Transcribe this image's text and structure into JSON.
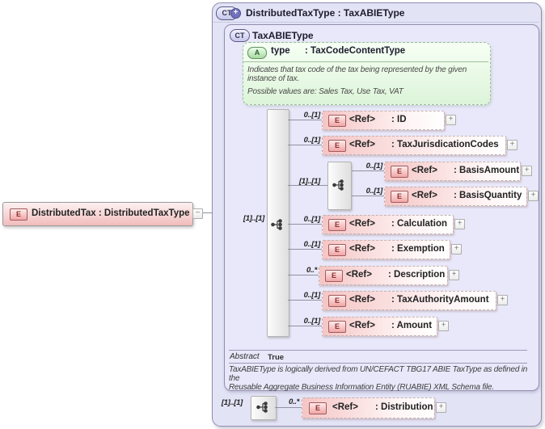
{
  "colors": {
    "container_fill": "#e3e3f6",
    "attribute_fill": "#e6f7e1",
    "element_fill": "#f5c5c5",
    "line": "#90909f"
  },
  "root_element": {
    "icon": "E",
    "label": "DistributedTax : DistributedTaxType",
    "collapse": "−"
  },
  "outer_type": {
    "icon": "CT",
    "expand_badge": "+",
    "title": "DistributedTaxType : TaxABIEType"
  },
  "base_type": {
    "icon": "CT",
    "title": "TaxABIEType",
    "attribute": {
      "icon": "A",
      "name": "type",
      "type": ": TaxCodeContentType",
      "doc1": "Indicates that tax code of the tax being represented by the given instance of tax.",
      "doc2": "Possible values are: Sales Tax, Use Tax, VAT"
    },
    "sequence_cardinality": "[1]..[1]",
    "rows": [
      {
        "cardinality": "0..[1]",
        "tag": "E",
        "ref": "<Ref>",
        "name": ": ID",
        "expand": "+"
      },
      {
        "cardinality": "0..[1]",
        "tag": "E",
        "ref": "<Ref>",
        "name": ": TaxJurisdicationCodes",
        "expand": "+"
      },
      {
        "cardinality": "[1]..[1]",
        "group": "sequence",
        "children": [
          {
            "cardinality": "0..[1]",
            "tag": "E",
            "ref": "<Ref>",
            "name": ": BasisAmount",
            "expand": "+"
          },
          {
            "cardinality": "0..[1]",
            "tag": "E",
            "ref": "<Ref>",
            "name": ": BasisQuantity",
            "expand": "+"
          }
        ]
      },
      {
        "cardinality": "0..[1]",
        "tag": "E",
        "ref": "<Ref>",
        "name": ": Calculation",
        "expand": "+"
      },
      {
        "cardinality": "0..[1]",
        "tag": "E",
        "ref": "<Ref>",
        "name": ": Exemption",
        "expand": "+"
      },
      {
        "cardinality": "0..*",
        "tag": "E",
        "ref": "<Ref>",
        "name": ": Description",
        "expand": "+"
      },
      {
        "cardinality": "0..[1]",
        "tag": "E",
        "ref": "<Ref>",
        "name": ": TaxAuthorityAmount",
        "expand": "+"
      },
      {
        "cardinality": "0..[1]",
        "tag": "E",
        "ref": "<Ref>",
        "name": ": Amount",
        "expand": "+"
      }
    ],
    "abstract": {
      "label": "Abstract",
      "value": "True"
    },
    "note_line1": "TaxABIEType is logically derived from UN/CEFACT TBG17 ABIE TaxType as defined in the",
    "note_line2": "Reusable Aggregate Business Information Entity (RUABIE) XML Schema file."
  },
  "distribution_group": {
    "cardinality": "[1]..[1]",
    "row": {
      "cardinality": "0..*",
      "tag": "E",
      "ref": "<Ref>",
      "name": ": Distribution",
      "expand": "+"
    }
  }
}
